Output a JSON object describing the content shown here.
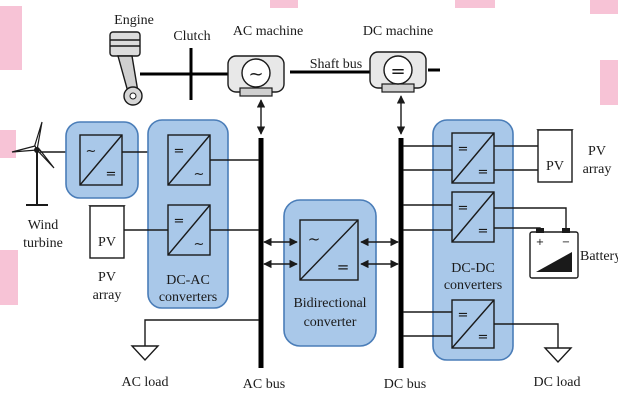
{
  "labels": {
    "engine": "Engine",
    "clutch": "Clutch",
    "ac_machine": "AC machine",
    "dc_machine": "DC machine",
    "shaft_bus": "Shaft bus",
    "wind_turbine_1": "Wind",
    "wind_turbine_2": "turbine",
    "pv_array_left_1": "PV",
    "pv_array_left_2": "array",
    "pv_array_right_1": "PV",
    "pv_array_right_2": "array",
    "pv_box": "PV",
    "dc_ac_1": "DC-AC",
    "dc_ac_2": "converters",
    "bidirectional_1": "Bidirectional",
    "bidirectional_2": "converter",
    "dc_dc_1": "DC-DC",
    "dc_dc_2": "converters",
    "battery": "Battery",
    "ac_load": "AC load",
    "ac_bus": "AC bus",
    "dc_bus": "DC bus",
    "dc_load": "DC load"
  },
  "symbols": {
    "ac": "~",
    "dc": "="
  },
  "colors": {
    "group_fill": "#a9c8e9",
    "group_stroke": "#4a7db8",
    "watermark": "#f7c3d6"
  }
}
